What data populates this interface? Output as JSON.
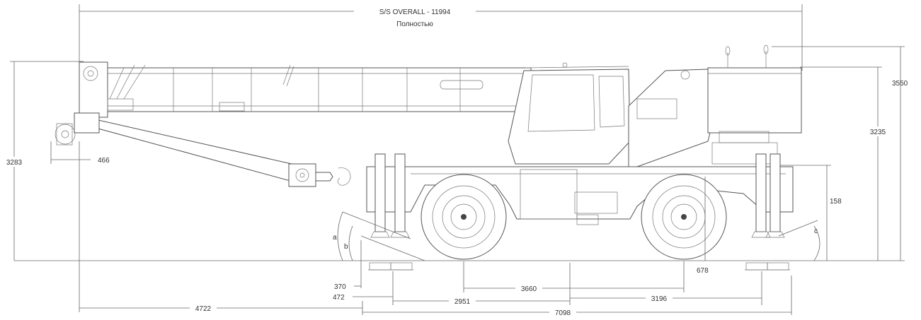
{
  "header": {
    "overall_label": "S/S OVERALL - 11994",
    "overall_caption": "Полностью"
  },
  "dimensions": {
    "height_total": "3550",
    "height_cab": "3235",
    "height_boom": "3283",
    "hook_offset": "466",
    "ground_clearance": "158",
    "wheel_radius": "678",
    "outrigger_pad": "370",
    "front_offset": "472",
    "wheelbase": "3660",
    "front_axle": "2951",
    "rear_axle": "3196",
    "boom_overhang": "4722",
    "overall_length": "7098"
  },
  "angles": {
    "approach_a": "a",
    "approach_b": "b",
    "departure_c": "c"
  },
  "colors": {
    "line": "#555555",
    "dim": "#666666",
    "text": "#333333"
  }
}
